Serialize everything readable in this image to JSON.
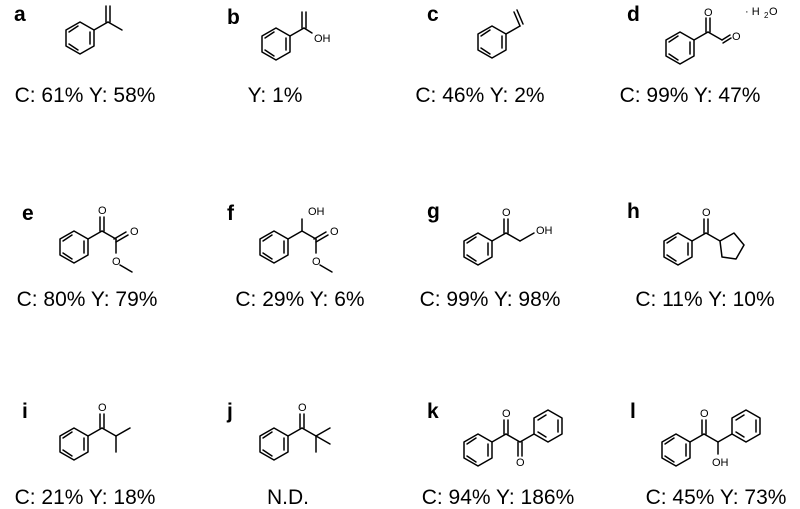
{
  "compounds": [
    {
      "label": "a",
      "result": "C: 61% Y: 58%"
    },
    {
      "label": "b",
      "result": "Y: 1%",
      "atom_labels": [
        "OH"
      ]
    },
    {
      "label": "c",
      "result": "C: 46% Y: 2%"
    },
    {
      "label": "d",
      "result": "C: 99% Y: 47%",
      "atom_labels": [
        "· H",
        "2",
        "O"
      ]
    },
    {
      "label": "e",
      "result": "C: 80% Y: 79%"
    },
    {
      "label": "f",
      "result": "C: 29% Y: 6%",
      "atom_labels": [
        "OH"
      ]
    },
    {
      "label": "g",
      "result": "C: 99% Y: 98%",
      "atom_labels": [
        "OH"
      ]
    },
    {
      "label": "h",
      "result": "C: 11% Y: 10%"
    },
    {
      "label": "i",
      "result": "C: 21% Y: 18%"
    },
    {
      "label": "j",
      "result": "N.D."
    },
    {
      "label": "k",
      "result": "C: 94% Y: 186%"
    },
    {
      "label": "l",
      "result": "C: 45% Y: 73%",
      "atom_labels": [
        "OH"
      ]
    }
  ]
}
